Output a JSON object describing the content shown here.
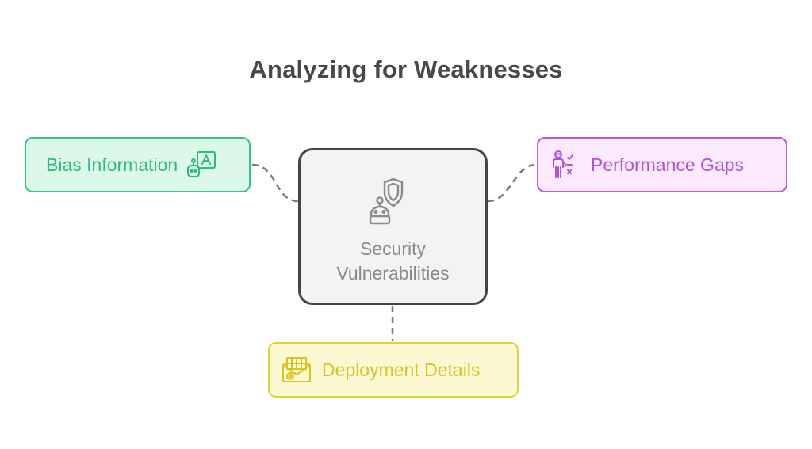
{
  "title": "Analyzing for Weaknesses",
  "center": {
    "line1": "Security",
    "line2": "Vulnerabilities",
    "icon": "robot-shield-icon"
  },
  "nodes": {
    "bias": {
      "label": "Bias Information",
      "icon": "robot-translate-icon"
    },
    "performance": {
      "label": "Performance Gaps",
      "icon": "person-checklist-icon"
    },
    "deployment": {
      "label": "Deployment Details",
      "icon": "open-envelope-grid-icon"
    }
  },
  "colors": {
    "bias": "#35c47e",
    "performance": "#b65ae0",
    "deployment": "#e0d23c",
    "center": "#444444",
    "connector": "#7a7a7a"
  }
}
